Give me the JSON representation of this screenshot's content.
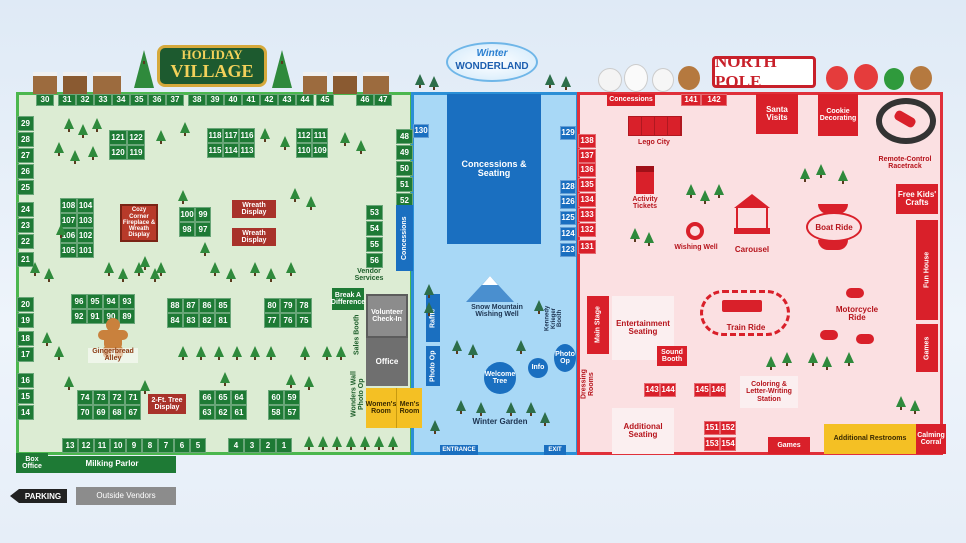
{
  "titles": {
    "holiday_village": [
      "HOLIDAY",
      "VILLAGE"
    ],
    "winter_wonderland": [
      "Winter",
      "WONDERLAND"
    ],
    "north_pole": "NORTH POLE"
  },
  "village": {
    "booths": {
      "top_row": [
        "30",
        "31",
        "32",
        "33",
        "34",
        "35",
        "36",
        "37",
        "38",
        "39",
        "40",
        "41",
        "42",
        "43",
        "44",
        "45",
        "46",
        "47"
      ],
      "left_col": [
        "29",
        "28",
        "27",
        "26",
        "25",
        "24",
        "23",
        "22",
        "21",
        "20",
        "19",
        "18",
        "17",
        "16",
        "15",
        "14"
      ],
      "bottom_row": [
        "13",
        "12",
        "11",
        "10",
        "9",
        "8",
        "7",
        "6",
        "5",
        "4",
        "3",
        "2",
        "1"
      ],
      "right_col": [
        "48",
        "49",
        "50",
        "51",
        "52",
        "53",
        "54",
        "55",
        "56"
      ],
      "block_121": [
        "121",
        "122",
        "120",
        "119"
      ],
      "block_118": [
        "118",
        "117",
        "116",
        "115",
        "114",
        "113"
      ],
      "block_112": [
        "112",
        "111",
        "110",
        "109"
      ],
      "block_108": [
        "108",
        "104",
        "107",
        "103",
        "106",
        "102",
        "105",
        "101"
      ],
      "block_100": [
        "100",
        "99",
        "98",
        "97"
      ],
      "block_96": [
        "96",
        "95",
        "94",
        "93",
        "92",
        "91",
        "90",
        "89"
      ],
      "block_88": [
        "88",
        "87",
        "86",
        "85",
        "84",
        "83",
        "82",
        "81"
      ],
      "block_80": [
        "80",
        "79",
        "78",
        "77",
        "76",
        "75"
      ],
      "block_74": [
        "74",
        "73",
        "72",
        "71",
        "70",
        "69",
        "68",
        "67"
      ],
      "block_66": [
        "66",
        "65",
        "64",
        "63",
        "62",
        "61"
      ],
      "block_60": [
        "60",
        "59",
        "58",
        "57"
      ]
    },
    "labels": {
      "cozy_corner": "Cozy Corner Fireplace & Wreath Display",
      "wreath_display": "Wreath Display",
      "gingerbread": "Gingerbread Alley",
      "two_fl_tree": "2-Ft. Tree Display",
      "concessions": "Concessions",
      "vendor_services": "Vendor Services",
      "break_a_difference": "Break A Difference",
      "sales_booth": "Sales Booth",
      "volunteer_checkin": "Volunteer Check-In",
      "office": "Office",
      "raffle": "Raffle",
      "wonders_wall": "Wonders Wall Photo Op",
      "photo_op": "Photo Op",
      "womens_room": "Women's Room",
      "mens_room": "Men's Room",
      "box_office": "Box Office",
      "milking_parlor": "Milking Parlor"
    }
  },
  "wonderland": {
    "booth_130": "130",
    "concessions_seating": "Concessions & Seating",
    "snow_mountain": "Snow Mountain Wishing Well",
    "welcome_tree": "Welcome Tree",
    "info": "Info",
    "kennedy_krieger": "Kennedy Krieger Booth",
    "photo_op": "Photo Op",
    "winter_garden": "Winter Garden",
    "entrance": "ENTRANCE",
    "exit": "EXIT",
    "booths_left": [
      "129",
      "128",
      "126",
      "125",
      "124",
      "123"
    ]
  },
  "north_pole": {
    "booths_col": [
      "138",
      "137",
      "136",
      "135",
      "134",
      "133",
      "132",
      "131"
    ],
    "booths_top": [
      "Concessions",
      "141",
      "142"
    ],
    "booths_143": [
      "143",
      "144"
    ],
    "booths_145": [
      "145",
      "146"
    ],
    "booths_151": [
      "151",
      "152",
      "153",
      "154"
    ],
    "santa_visits": "Santa Visits",
    "cookie_decorating": "Cookie Decorating",
    "rc_racetrack": "Remote-Control Racetrack",
    "lego_city": "Lego City",
    "activity_tickets": "Activity Tickets",
    "wishing_well": "Wishing Well",
    "carousel": "Carousel",
    "boat_ride": "Boat Ride",
    "free_kids_crafts": "Free Kids' Crafts",
    "fun_house": "Fun House",
    "games_right": "Games",
    "main_stage": "Main Stage",
    "dressing_rooms": "Dressing Rooms",
    "entertainment_seating": "Entertainment Seating",
    "sound_booth": "Sound Booth",
    "train_ride": "Train Ride",
    "motorcycle_ride": "Motorcycle Ride",
    "coloring_station": "Coloring & Letter-Writing Station",
    "additional_seating": "Additional Seating",
    "games_bottom": "Games",
    "additional_restrooms": "Additional Restrooms",
    "calming_corral": "Calming Corral"
  },
  "footer": {
    "parking": "PARKING",
    "outside_vendors": "Outside Vendors"
  },
  "colors": {
    "village_bg": "#dcecd3",
    "village_border": "#4bb74e",
    "booth_green": "#1e7a35",
    "wonderland_bg": "#a8d8f6",
    "wonderland_border": "#2b8fd6",
    "booth_blue": "#1a6fc0",
    "north_bg": "#fbe0e2",
    "north_border": "#e0303a",
    "booth_red": "#d9202a",
    "restroom_yellow": "#f4c024"
  }
}
